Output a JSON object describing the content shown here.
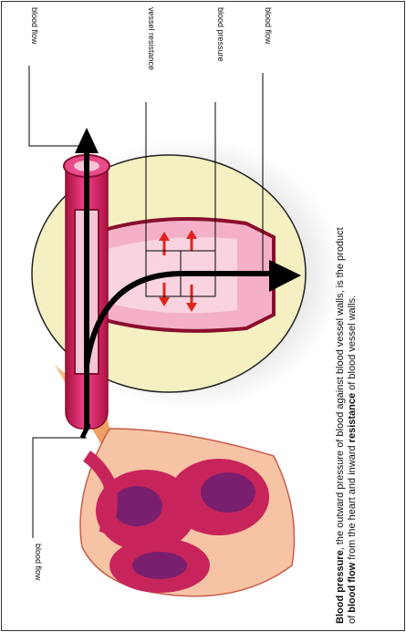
{
  "labels": {
    "top_blood_flow": "blood flow",
    "vessel_resistance": "vessel resistance",
    "blood_pressure": "blood pressure",
    "right_blood_flow": "blood flow",
    "bottom_blood_flow": "blood flow"
  },
  "caption": {
    "line1_bold": "Blood pressure",
    "line1_rest": ", the outward pressure of blood against blood vessel walls, is the product",
    "line2_start": "of ",
    "line2_bold1": "blood flow",
    "line2_mid": " from the heart  and inward ",
    "line2_bold2": "resistance",
    "line2_end": " of blood vessel walls."
  },
  "colors": {
    "vessel": "#d9246a",
    "vessel_dark": "#8a0e2e",
    "zoom_circle": "#f4f0c2",
    "cone": "#f2a35a",
    "heart": "#c8245c",
    "heart_inner": "#7a1f6e",
    "heart_bg": "#f6c4a4",
    "arrows": "#e0241c",
    "flow_arrow": "#000000"
  }
}
